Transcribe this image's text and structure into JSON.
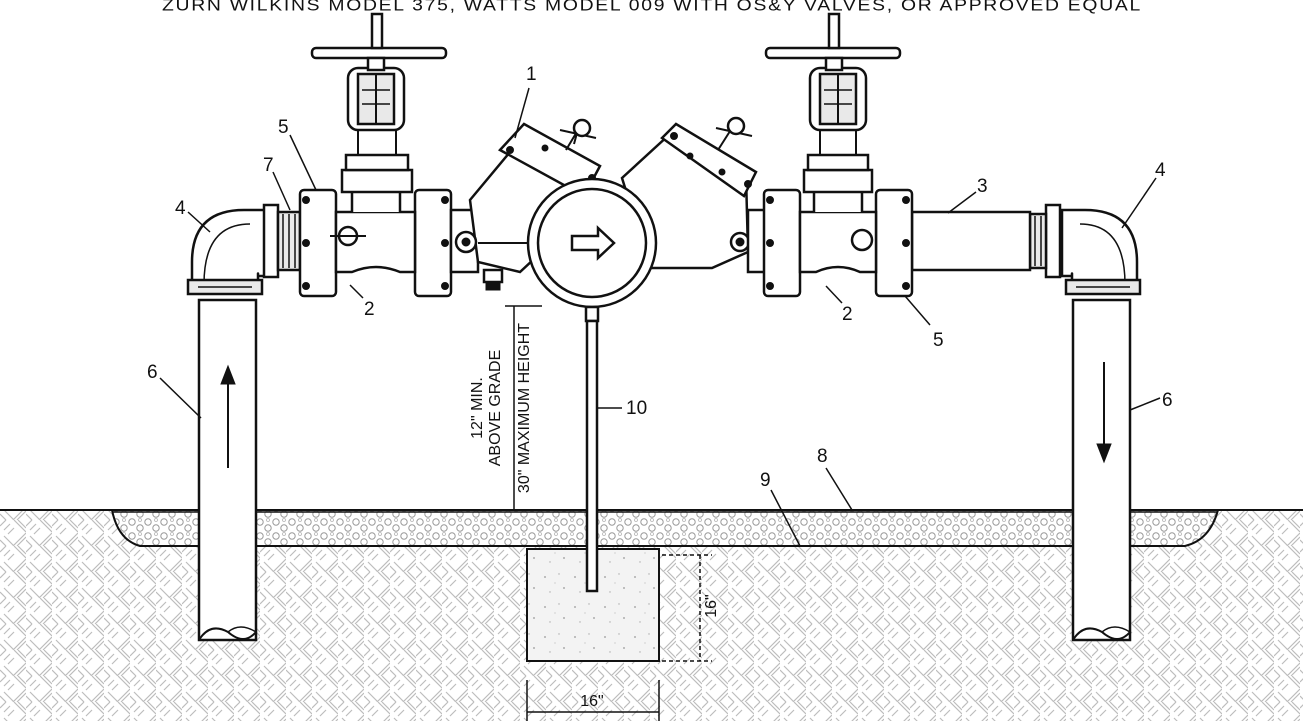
{
  "title": "ZURN WILKINS MODEL 375, WATTS MODEL 009 WITH OS&Y VALVES, OR APPROVED EQUAL",
  "callouts": {
    "c1": "1",
    "c2a": "2",
    "c2b": "2",
    "c3": "3",
    "c4a": "4",
    "c4b": "4",
    "c5a": "5",
    "c5b": "5",
    "c6a": "6",
    "c6b": "6",
    "c7": "7",
    "c8": "8",
    "c9": "9",
    "c10": "10"
  },
  "dimensions": {
    "height_line1": "12\" MIN.",
    "height_line2": "ABOVE GRADE",
    "height_line3": "30\" MAXIMUM HEIGHT",
    "pad_depth": "16\"",
    "pad_width": "16\""
  }
}
